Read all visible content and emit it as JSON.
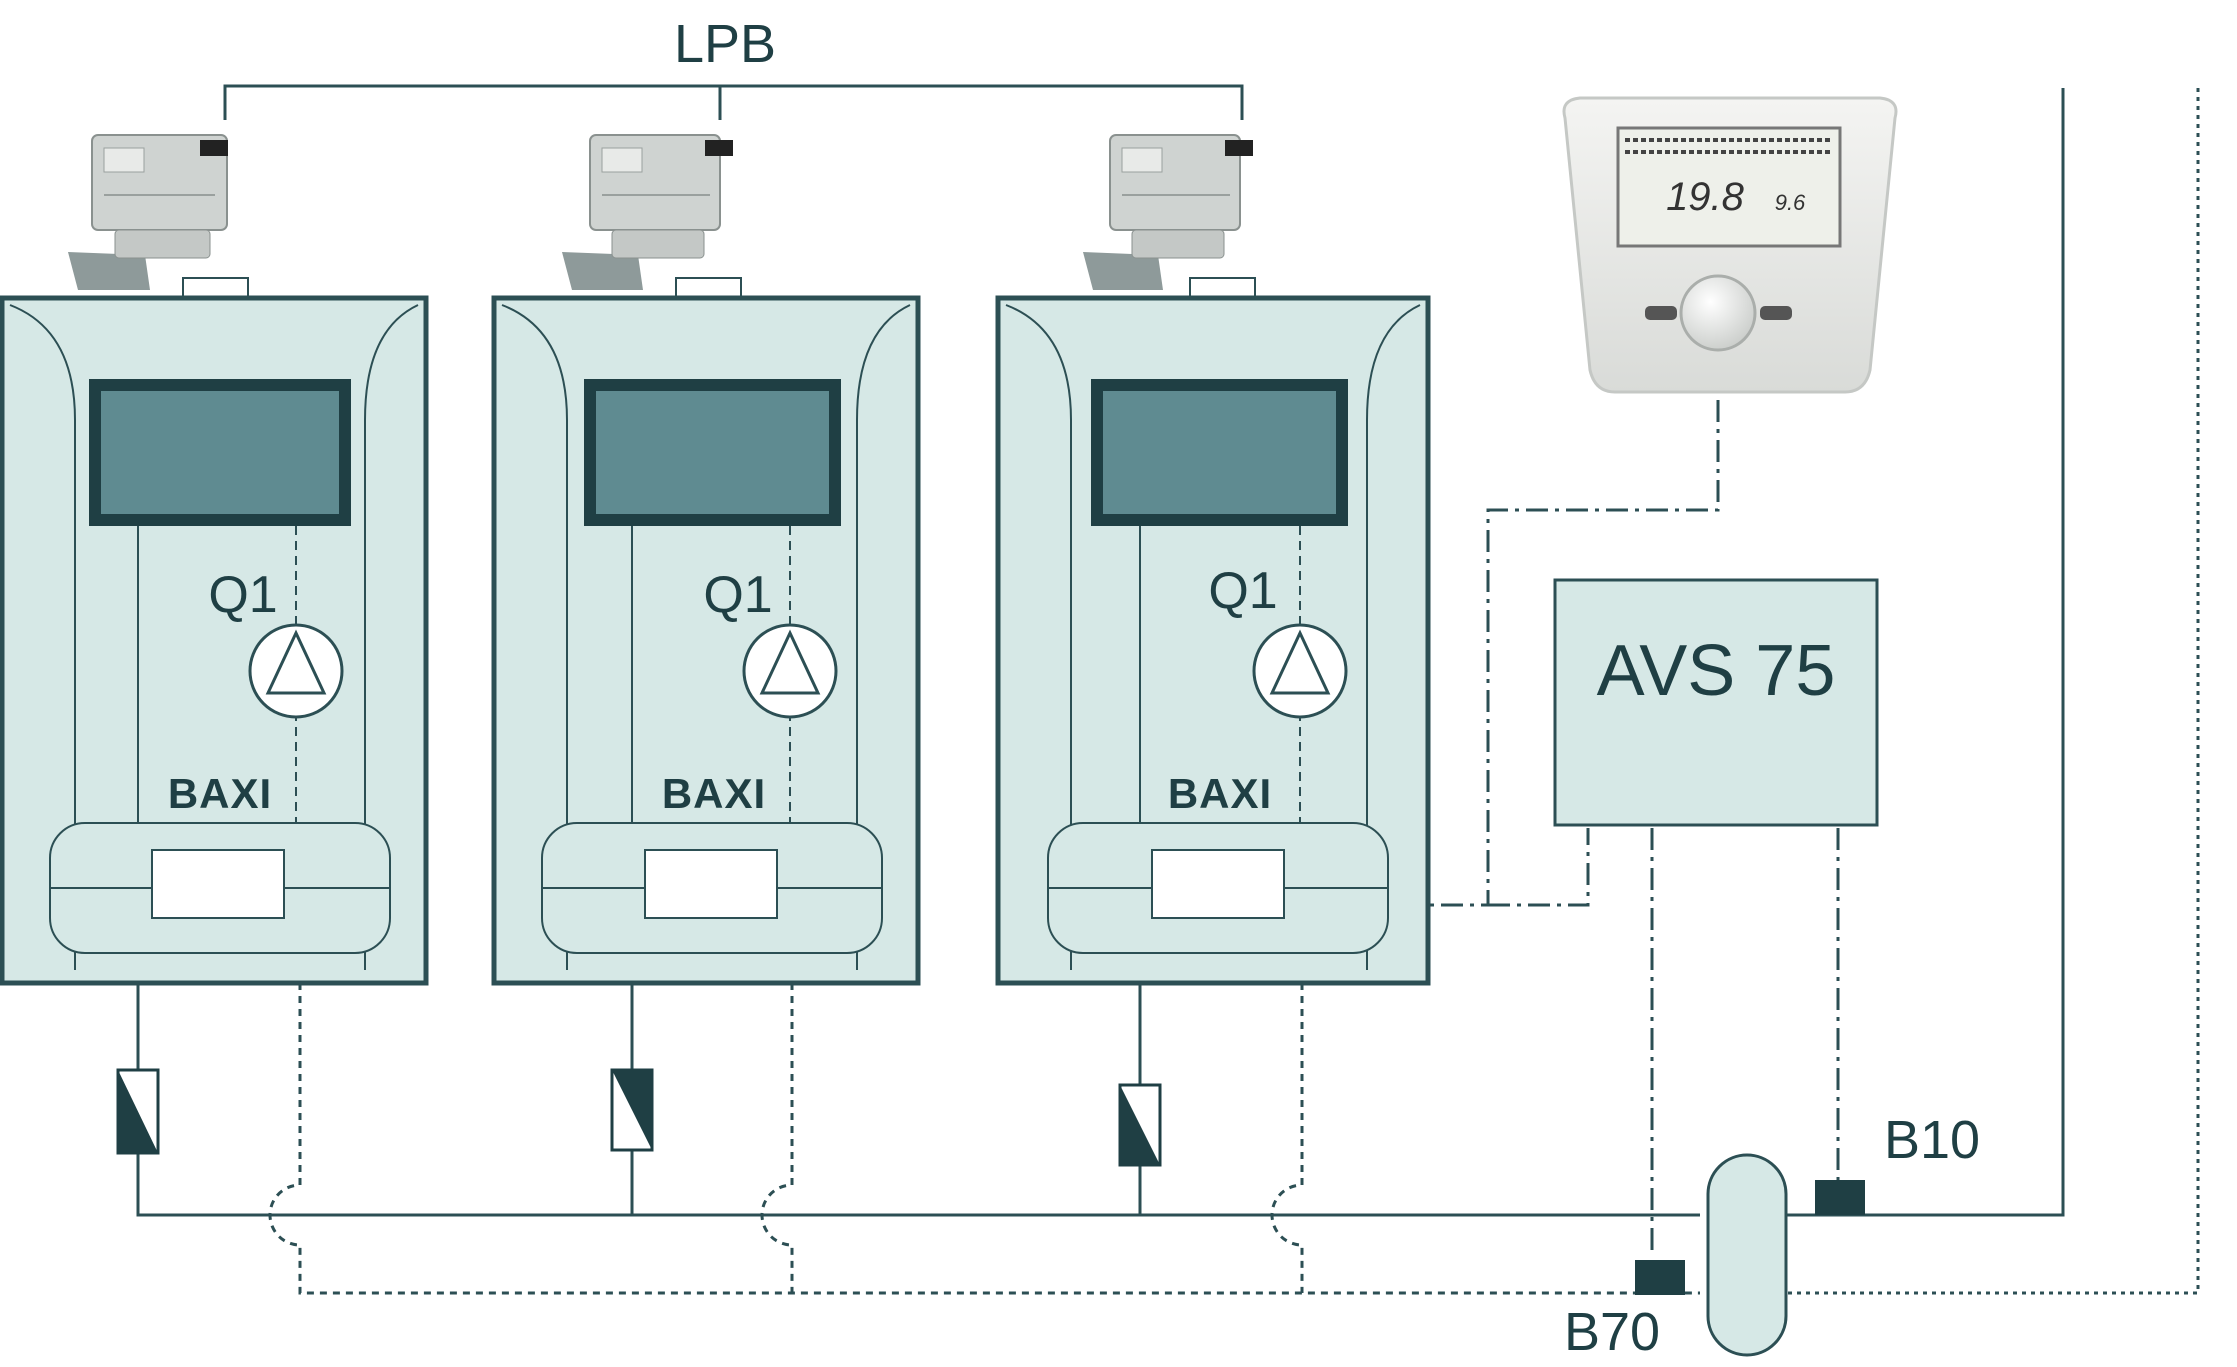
{
  "bus_label": "LPB",
  "controller_label": "AVS 75",
  "sensor_labels": {
    "flow_sensor": "B10",
    "return_sensor": "B70"
  },
  "boilers": [
    {
      "brand": "BAXI",
      "pump_label": "Q1"
    },
    {
      "brand": "BAXI",
      "pump_label": "Q1"
    },
    {
      "brand": "BAXI",
      "pump_label": "Q1"
    }
  ],
  "room_unit_display": {
    "main_temp": "19.8",
    "aux_temp": "9.6"
  },
  "colors": {
    "line": "#2c4f54",
    "boiler_fill": "#d6e8e6",
    "screen_fill": "#5f8b91",
    "dark": "#1f3f44"
  }
}
